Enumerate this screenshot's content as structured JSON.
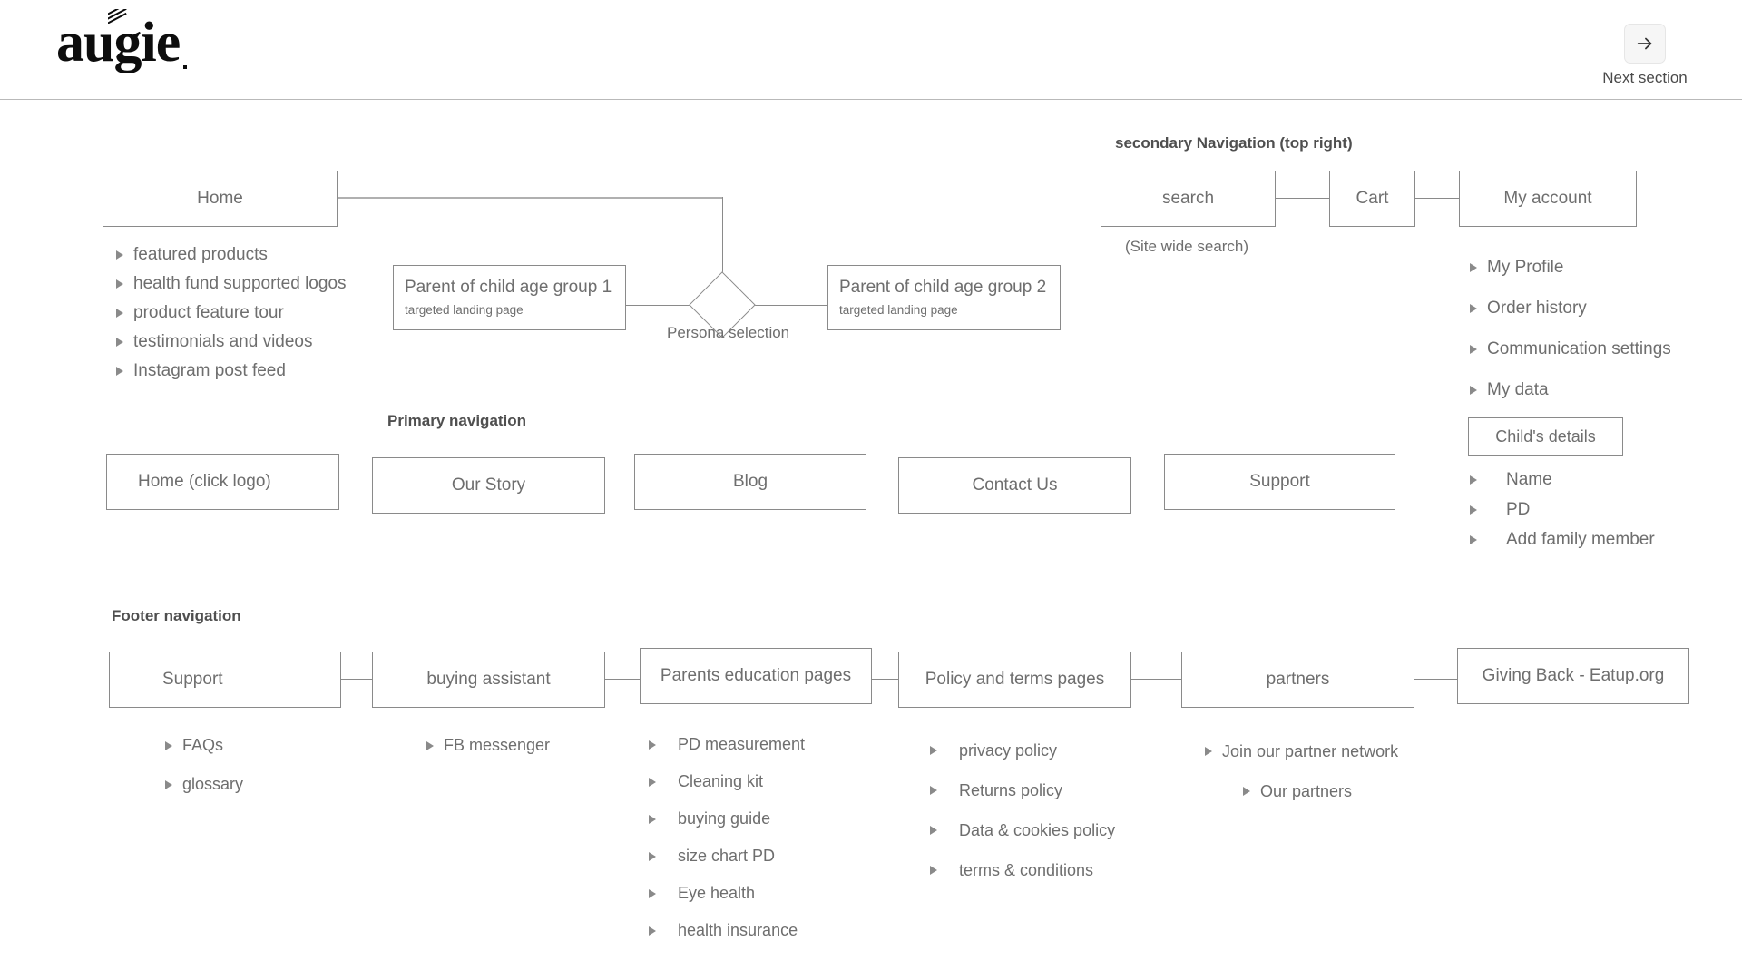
{
  "header": {
    "logo_text": "augie",
    "next_section_label": "Next section",
    "next_icon": "arrow-right-icon"
  },
  "home_branch": {
    "home_box": "Home",
    "items": [
      "featured products",
      "health fund supported logos",
      "product feature tour",
      "testimonials and videos",
      "Instagram post feed"
    ],
    "persona_label": "Persona selection",
    "persona_icon": "diamond-decision-icon",
    "group1": {
      "title": "Parent of child age group 1",
      "sub": "targeted landing page"
    },
    "group2": {
      "title": "Parent of child age group 2",
      "sub": "targeted landing page"
    }
  },
  "secondary_nav": {
    "title": "secondary Navigation (top right)",
    "search_box": "search",
    "search_note": "(Site wide search)",
    "cart_box": "Cart",
    "account_box": "My account",
    "account_items": [
      "My Profile",
      "Order history",
      "Communication settings",
      "My data"
    ],
    "child_box": "Child's details",
    "child_items": [
      "Name",
      "PD",
      "Add family member"
    ]
  },
  "primary_nav": {
    "title": "Primary  navigation",
    "items": [
      "Home (click logo)",
      "Our Story",
      "Blog",
      "Contact Us",
      "Support"
    ]
  },
  "footer_nav": {
    "title": "Footer navigation",
    "columns": [
      {
        "box": "Support",
        "items": [
          "FAQs",
          "glossary"
        ]
      },
      {
        "box": "buying assistant",
        "items": [
          "FB messenger"
        ]
      },
      {
        "box": "Parents education pages",
        "items": [
          "PD measurement",
          "Cleaning kit",
          "buying guide",
          "size chart PD",
          "Eye health",
          "health insurance"
        ]
      },
      {
        "box": "Policy and terms pages",
        "items": [
          "privacy policy",
          "Returns policy",
          "Data & cookies policy",
          "terms & conditions"
        ]
      },
      {
        "box": "partners",
        "items": [
          "Join our partner network",
          "Our partners"
        ]
      },
      {
        "box": "Giving Back - Eatup.org",
        "items": []
      }
    ]
  },
  "colors": {
    "stroke": "#8a8a8a",
    "text": "#6e6e6e",
    "title": "#4f4f4f",
    "logo": "#0d0d0d"
  }
}
